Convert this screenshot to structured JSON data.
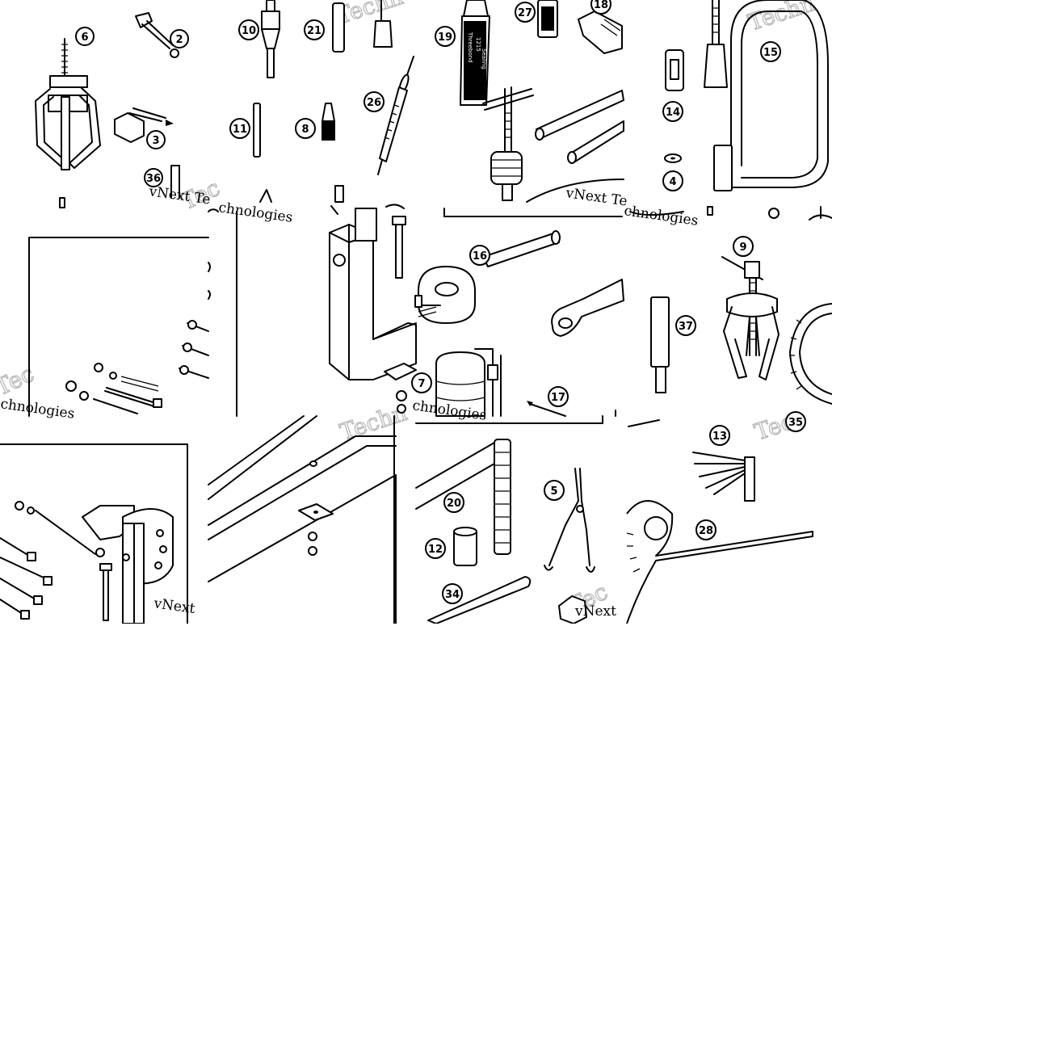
{
  "figure": {
    "callouts": [
      {
        "id": "c6",
        "text": "6"
      },
      {
        "id": "c2",
        "text": "2"
      },
      {
        "id": "c3",
        "text": "3"
      },
      {
        "id": "c36",
        "text": "36"
      },
      {
        "id": "c10",
        "text": "10"
      },
      {
        "id": "c21",
        "text": "21"
      },
      {
        "id": "c11",
        "text": "11"
      },
      {
        "id": "c8",
        "text": "8"
      },
      {
        "id": "c26",
        "text": "26"
      },
      {
        "id": "c19",
        "text": "19"
      },
      {
        "id": "c27",
        "text": "27"
      },
      {
        "id": "c18",
        "text": "18"
      },
      {
        "id": "c15",
        "text": "15"
      },
      {
        "id": "c14",
        "text": "14"
      },
      {
        "id": "c4",
        "text": "4"
      },
      {
        "id": "c16",
        "text": "16"
      },
      {
        "id": "c7",
        "text": "7"
      },
      {
        "id": "c17",
        "text": "17"
      },
      {
        "id": "c9",
        "text": "9"
      },
      {
        "id": "c37",
        "text": "37"
      },
      {
        "id": "c20",
        "text": "20"
      },
      {
        "id": "c12",
        "text": "12"
      },
      {
        "id": "c34",
        "text": "34"
      },
      {
        "id": "c5",
        "text": "5"
      },
      {
        "id": "c13",
        "text": "13"
      },
      {
        "id": "c28",
        "text": "28"
      },
      {
        "id": "c35",
        "text": "35"
      }
    ],
    "watermark": {
      "line1": "vNext Technologies",
      "line1_short": "vNext Te",
      "line2": "chnologies",
      "faded": "Techn",
      "faded_short": "Tec",
      "tail": "vNext"
    },
    "tube_label": {
      "line1": "Threebond",
      "line2": "1215",
      "line3": "Sealing"
    }
  }
}
